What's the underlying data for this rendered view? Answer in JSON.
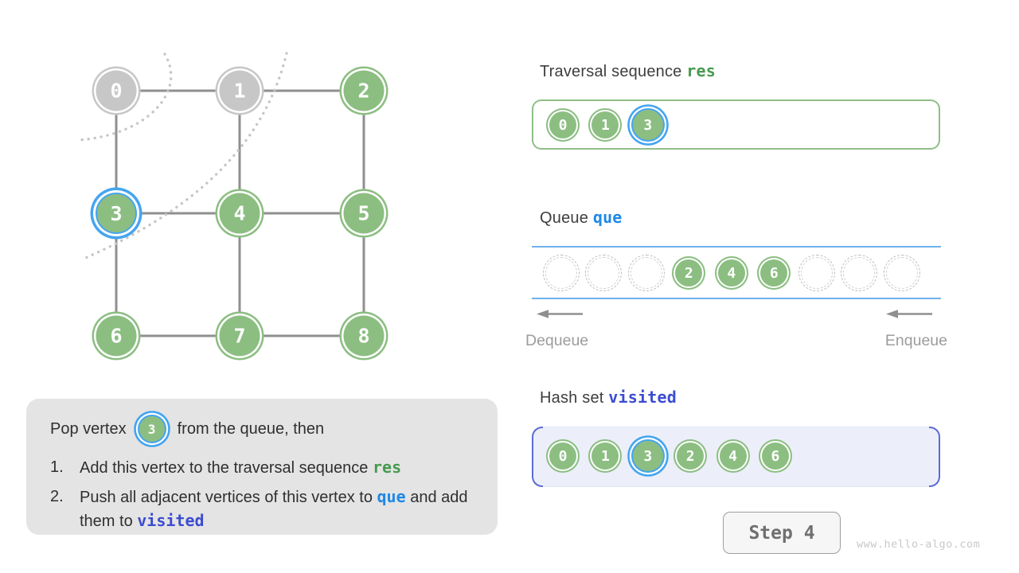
{
  "graph": {
    "vertices": [
      {
        "label": "0"
      },
      {
        "label": "1"
      },
      {
        "label": "2"
      },
      {
        "label": "3"
      },
      {
        "label": "4"
      },
      {
        "label": "5"
      },
      {
        "label": "6"
      },
      {
        "label": "7"
      },
      {
        "label": "8"
      }
    ],
    "current_vertex": "3",
    "visited_gray": [
      "0",
      "1"
    ]
  },
  "colors": {
    "green_fill": "#8CBE82",
    "gray_fill": "#C7C7C7",
    "highlight_blue": "#45A5EF",
    "res_green": "#479A4E",
    "que_blue": "#1E88E5",
    "visited_indigo": "#3B4CD1",
    "edge_gray": "#8F8F8F",
    "queue_line_blue": "#6FB2EC",
    "hash_fill": "#ECEFF9",
    "hash_bracket": "#5C6BD4",
    "note_bg": "#E4E4E4"
  },
  "traversal": {
    "title_text": "Traversal sequence",
    "title_code": "res",
    "items": [
      "0",
      "1",
      "3"
    ],
    "highlighted": "3"
  },
  "queue": {
    "title_text": "Queue",
    "title_code": "que",
    "slots": [
      "",
      "",
      "",
      "2",
      "4",
      "6",
      "",
      "",
      ""
    ],
    "dequeue_label": "Dequeue",
    "enqueue_label": "Enqueue"
  },
  "hash_set": {
    "title_text": "Hash set",
    "title_code": "visited",
    "items": [
      "0",
      "1",
      "3",
      "2",
      "4",
      "6"
    ],
    "highlighted": "3"
  },
  "note": {
    "line1_prefix": "Pop vertex",
    "line1_vertex": "3",
    "line1_suffix": "from the queue, then",
    "item1_num": "1.",
    "item1_text": "Add this vertex to the traversal sequence ",
    "item1_code": "res",
    "item2_num": "2.",
    "item2_text1": "Push all adjacent vertices of this vertex to ",
    "item2_code1": "que",
    "item2_text2": " and add them to ",
    "item2_code2": "visited"
  },
  "footer": {
    "step_label": "Step 4",
    "watermark": "www.hello-algo.com"
  }
}
